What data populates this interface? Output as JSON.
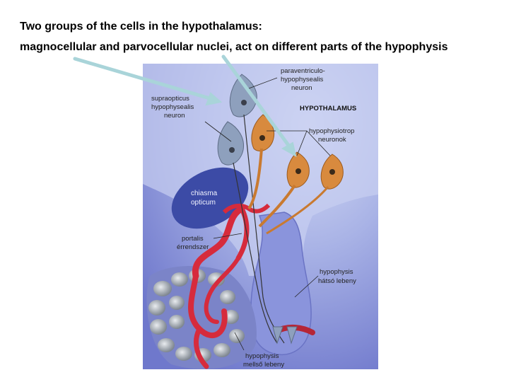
{
  "heading": {
    "line1": "Two groups of the cells in the hypothalamus:",
    "line2": "magnocellular and parvocellular nuclei, act on different parts of the hypophysis"
  },
  "figure": {
    "labels": {
      "paraventricular_1": "paraventriculo-",
      "paraventricular_2": "hypophysealis",
      "paraventricular_3": "neuron",
      "supraoptic_1": "supraopticus",
      "supraoptic_2": "hypophysealis",
      "supraoptic_3": "neuron",
      "hypothalamus": "HYPOTHALAMUS",
      "hypophysiotrop_1": "hypophysiotrop",
      "hypophysiotrop_2": "neuronok",
      "chiasma_1": "chiasma",
      "chiasma_2": "opticum",
      "portal_1": "portalis",
      "portal_2": "érrendszer",
      "posterior_1": "hypophysis",
      "posterior_2": "hátsó lebeny",
      "anterior_1": "hypophysis",
      "anterior_2": "mellső lebeny"
    },
    "colors": {
      "background": "#7d86d6",
      "hypothalamus_region": "#b9c2ec",
      "pituitary_stalk": "#8c97de",
      "magnocellular_neuron": "#8fa2bd",
      "parvocellular_neuron": "#d88a3e",
      "blood_vessel": "#d62b3c",
      "chiasma": "#3f4fa8",
      "arrow": "#a9d4d9"
    }
  }
}
